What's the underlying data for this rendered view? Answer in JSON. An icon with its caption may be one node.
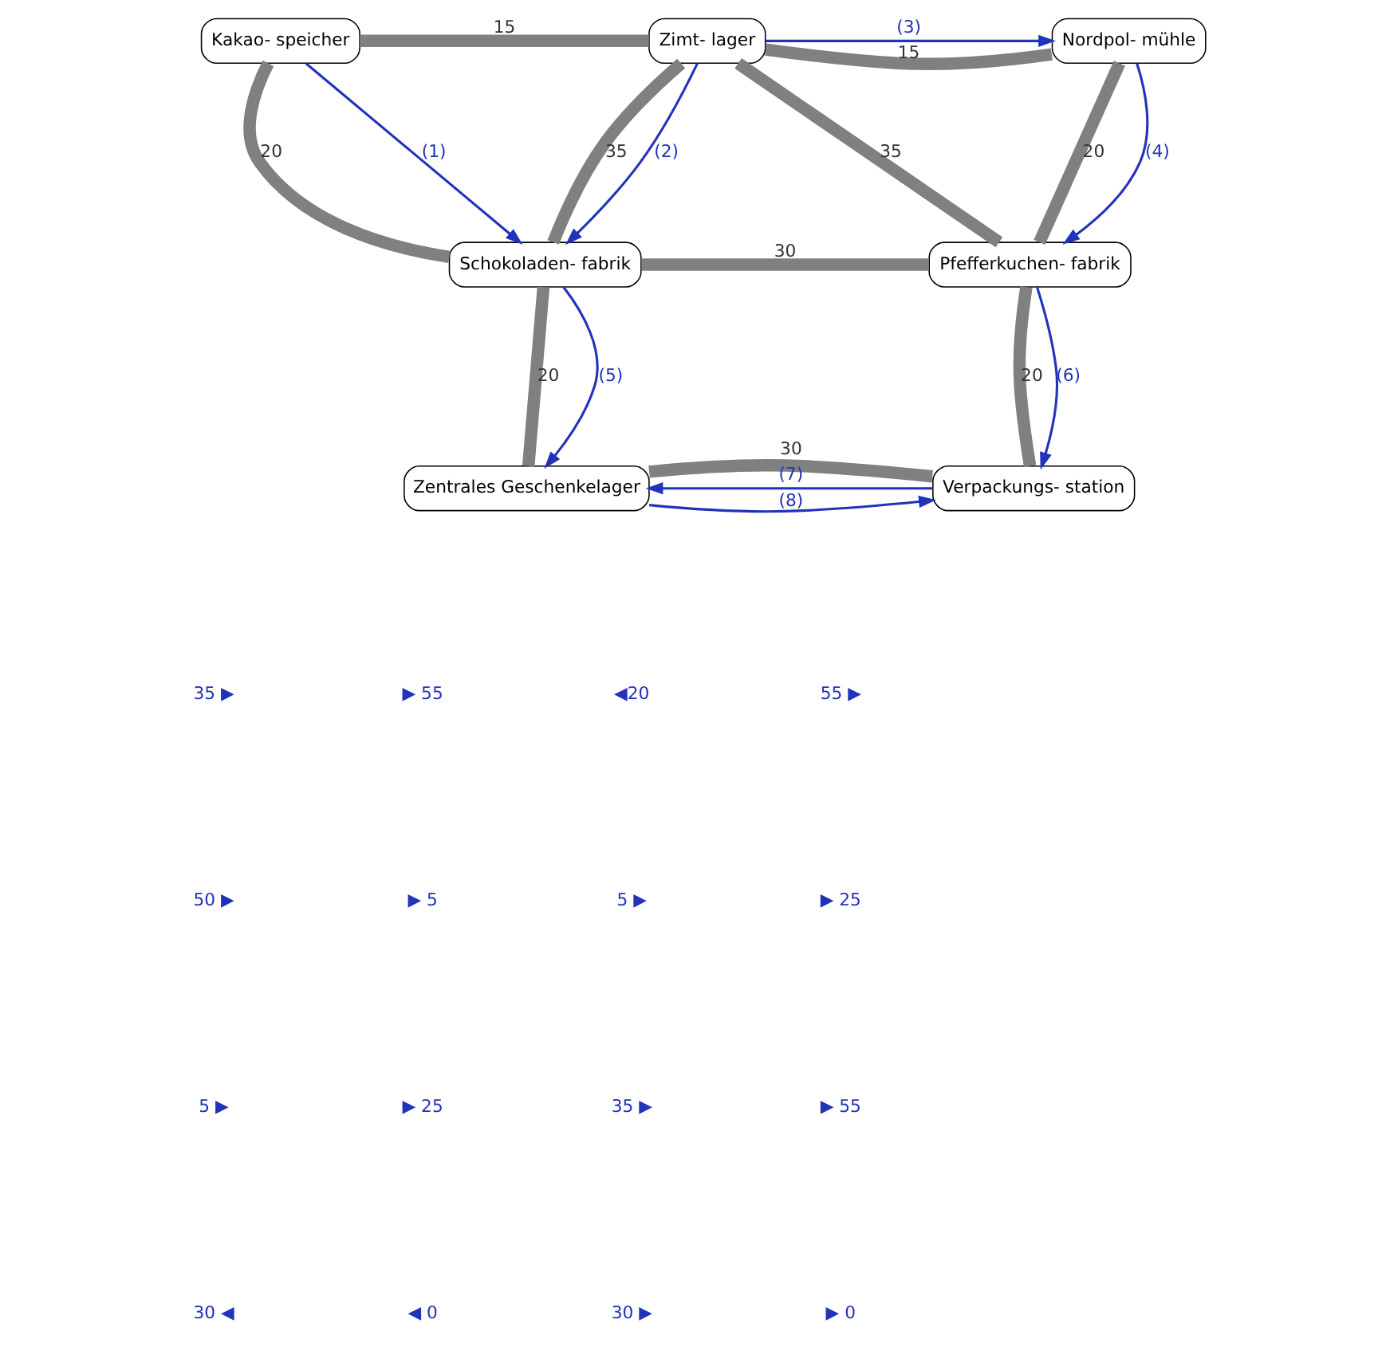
{
  "diagram": {
    "nodes": [
      {
        "text": [
          "Kakao- speicher"
        ]
      },
      {
        "text": [
          "Zimt- lager"
        ]
      },
      {
        "text": [
          "Nordpol- mühle"
        ]
      },
      {
        "text": [
          "Schokoladen- fabrik"
        ]
      },
      {
        "text": [
          "Pfefferkuchen- fabrik"
        ]
      },
      {
        "text": [
          "Zentrales Geschenkelager"
        ]
      },
      {
        "text": [
          "Verpackungs- station"
        ]
      }
    ],
    "edges": [
      {
        "from": 0,
        "to": 1,
        "arrow": "none",
        "label": "15"
      },
      {
        "from": 1,
        "to": 2,
        "arrow": "none",
        "label": "15"
      },
      {
        "from": 0,
        "to": 3,
        "arrow": "none",
        "label": "20"
      },
      {
        "from": 1,
        "to": 3,
        "arrow": "none",
        "label": "35"
      },
      {
        "from": 1,
        "to": 4,
        "arrow": "none",
        "label": "35"
      },
      {
        "from": 2,
        "to": 4,
        "arrow": "none",
        "label": "20"
      },
      {
        "from": 3,
        "to": 4,
        "arrow": "none",
        "label": "30"
      },
      {
        "from": 3,
        "to": 5,
        "arrow": "none",
        "label": "20"
      },
      {
        "from": 4,
        "to": 6,
        "arrow": "none",
        "label": "20"
      },
      {
        "from": 5,
        "to": 6,
        "arrow": "none",
        "label": "30"
      },
      {
        "from": 0,
        "to": 3,
        "arrow": "to",
        "label": "(1)",
        "color": "#2233bb"
      },
      {
        "from": 1,
        "to": 3,
        "arrow": "to",
        "label": "(2)",
        "color": "#2233bb"
      },
      {
        "from": 1,
        "to": 2,
        "arrow": "to",
        "label": "(3)",
        "color": "#2233bb"
      },
      {
        "from": 2,
        "to": 4,
        "arrow": "to",
        "label": "(4)",
        "color": "#2233bb"
      },
      {
        "from": 3,
        "to": 5,
        "arrow": "to",
        "label": "(5)",
        "color": "#2233bb"
      },
      {
        "from": 4,
        "to": 6,
        "arrow": "to",
        "label": "(6)",
        "color": "#2233bb"
      },
      {
        "from": 6,
        "to": 5,
        "arrow": "to",
        "label": "(7)",
        "color": "#2233bb"
      },
      {
        "from": 5,
        "to": 6,
        "arrow": "to",
        "label": "(8)",
        "color": "#2233bb"
      }
    ],
    "labels": [
      "35 ▶",
      "▶ 55",
      "◀20",
      "55 ▶",
      "50 ▶",
      "▶ 5",
      "5 ▶",
      "▶ 25",
      "5 ▶",
      "▶ 25",
      "35 ▶",
      "▶ 55",
      "30 ◀",
      "◀ 0",
      "30 ▶",
      "▶ 0"
    ]
  }
}
